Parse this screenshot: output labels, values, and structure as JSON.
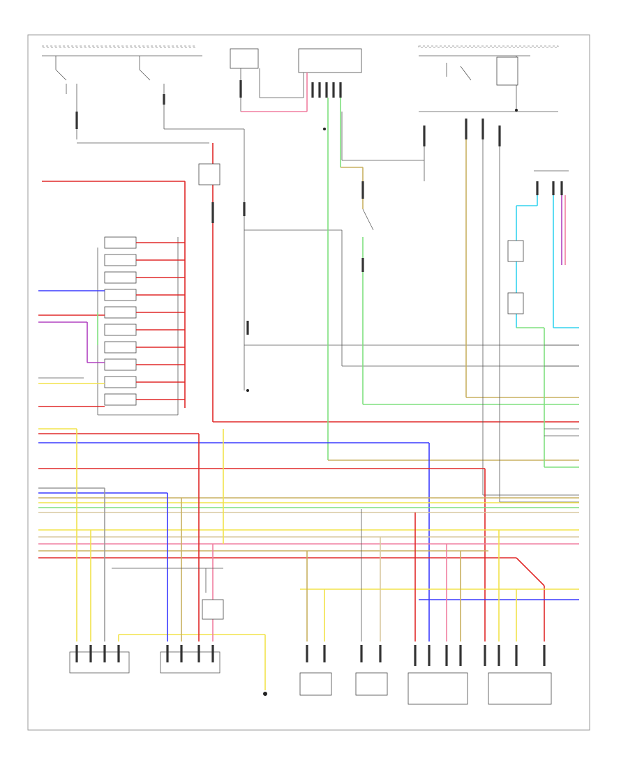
{
  "diagram": {
    "page_marker": "",
    "footer_id": ""
  },
  "colors": {
    "red": "#e02828",
    "pink": "#f07fa0",
    "yellow": "#f2e34a",
    "blue": "#3a3aff",
    "green": "#7ee07e",
    "cyan": "#33d3ee",
    "purple": "#b040c0",
    "olive": "#c8b060",
    "tan": "#d8c8a0",
    "gray": "#9a9a9a",
    "black": "#222222"
  },
  "wire_colors": [
    "red",
    "pink",
    "yellow",
    "blue",
    "green",
    "cyan",
    "purple",
    "olive",
    "tan",
    "gray",
    "black"
  ]
}
